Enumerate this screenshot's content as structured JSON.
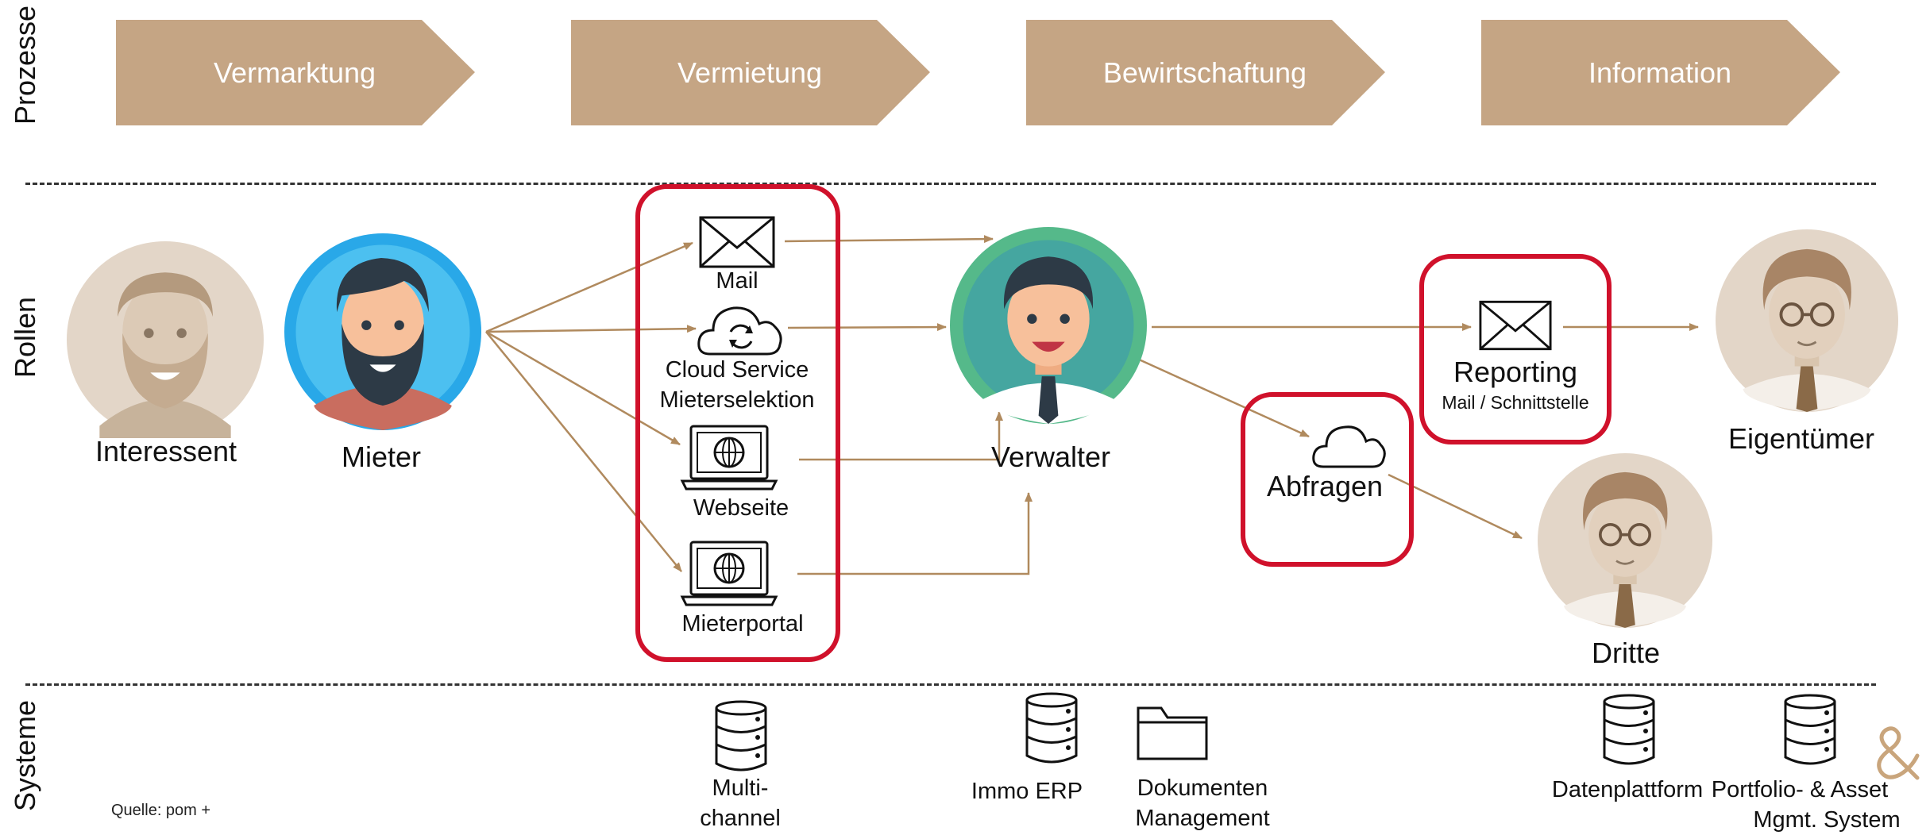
{
  "sections": {
    "processes": "Prozesse",
    "roles": "Rollen",
    "systems": "Systeme"
  },
  "processes": [
    "Vermarktung",
    "Vermietung",
    "Bewirtschaftung",
    "Information"
  ],
  "roles": {
    "interessent": "Interessent",
    "mieter": "Mieter",
    "verwalter": "Verwalter",
    "eigentuemer": "Eigentümer",
    "dritte": "Dritte"
  },
  "channels": {
    "mail": "Mail",
    "cloud_line1": "Cloud Service",
    "cloud_line2": "Mieterselektion",
    "webseite": "Webseite",
    "mieterportal": "Mieterportal"
  },
  "abfragen": "Abfragen",
  "reporting": {
    "title": "Reporting",
    "subtitle": "Mail / Schnittstelle"
  },
  "systems": {
    "multichannel_line1": "Multi-",
    "multichannel_line2": "channel",
    "immo_erp": "Immo ERP",
    "dok_line1": "Dokumenten",
    "dok_line2": "Management",
    "datenplattform": "Datenplattform",
    "pam_line1": "Portfolio- & Asset",
    "pam_line2": "Mgmt. System"
  },
  "source": "Quelle: pom +",
  "colors": {
    "chevron": "#c5a584",
    "highlight": "#d0112b",
    "arrow": "#b08a5e",
    "logo": "#c9a57c"
  }
}
